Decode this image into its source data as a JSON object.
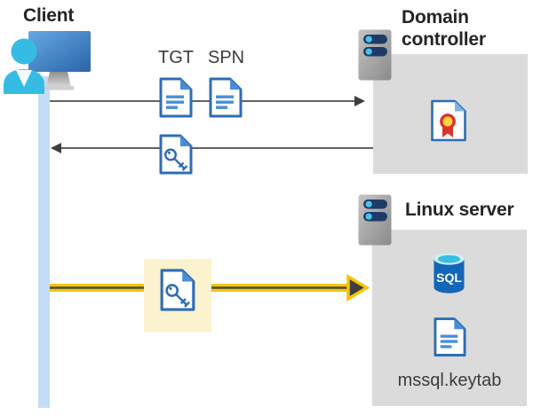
{
  "client": {
    "label": "Client"
  },
  "arrows": {
    "tgt_label": "TGT",
    "spn_label": "SPN"
  },
  "domain_controller": {
    "label": "Domain controller"
  },
  "linux_server": {
    "label": "Linux server",
    "sql_badge": "SQL",
    "keytab_file": "mssql.keytab"
  },
  "icons": {
    "client": "user-at-monitor-icon",
    "servers": "server-rack-icon",
    "tickets": "document-icon",
    "key_ticket": "key-document-icon",
    "certificate": "certificate-icon",
    "database": "sql-database-icon"
  },
  "colors": {
    "accent_yellow": "#F7C600",
    "highlight_fill": "#FBF2CE",
    "doc_blue": "#2E6DB5",
    "doc_blue_light": "#4A8ED6",
    "box_gray": "#DBDBDB",
    "arrow_gray": "#4D4D4D",
    "lifeline_blue": "#C5DCF7",
    "server_pill_navy": "#1E3A68",
    "server_dot_cyan": "#4AC3E8",
    "sql_blue": "#1466B8",
    "sql_cyan": "#35BFE3",
    "cert_red": "#D9342B",
    "cert_gold": "#FFD43A",
    "person_cyan": "#35BCE4"
  }
}
